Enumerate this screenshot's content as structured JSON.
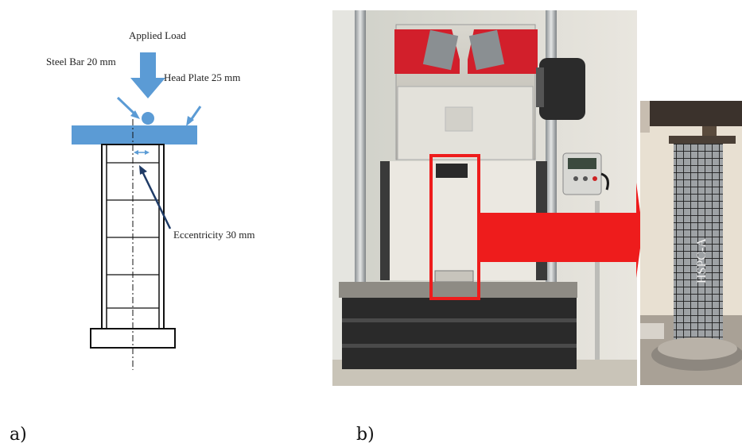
{
  "panel_a": {
    "applied_load": "Applied Load",
    "steel_bar": "Steel Bar 20 mm",
    "head_plate": "Head Plate 25 mm",
    "eccentricity": "Eccentricity 30 mm",
    "letter": "a)"
  },
  "panel_b": {
    "letter": "b)",
    "specimen_marking": "HSPC-A"
  },
  "colors": {
    "blue": "#5b9bd5",
    "red": "#ee1c1c",
    "machine_red": "#d21f2b"
  },
  "icons": [
    "down-arrow-icon",
    "double-arrow-icon",
    "right-arrow-icon"
  ]
}
